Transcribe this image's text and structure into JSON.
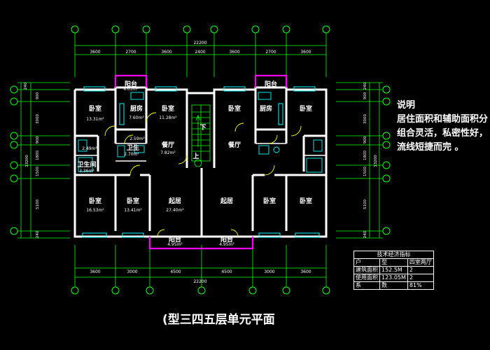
{
  "top_dims": {
    "total": "22200",
    "segments": [
      "3600",
      "2700",
      "3600",
      "2400",
      "3600",
      "2700",
      "3600"
    ]
  },
  "bottom_dims": {
    "total": "22200",
    "segments": [
      "3600",
      "3000",
      "4500",
      "4500",
      "3000",
      "3600"
    ]
  },
  "left_dims": {
    "total": "13200",
    "segments": [
      "240",
      "900",
      "3000",
      "900",
      "1800",
      "1500",
      "5100",
      "240"
    ]
  },
  "right_dims": {
    "total": "13200",
    "segments": [
      "240",
      "900",
      "3000",
      "900",
      "1800",
      "1500",
      "5100",
      "240"
    ]
  },
  "rooms": {
    "bedroom": "卧室",
    "kitchen": "厨房",
    "balcony": "阳台",
    "dining": "餐厅",
    "living": "起居",
    "bathroom": "卫生间",
    "wc": "卫生",
    "down": "下",
    "up": "上"
  },
  "areas": {
    "bed1": "13.31m²",
    "kitchen_l": "7.60m²",
    "bed2": "11.28m²",
    "balc_tl": "4.03m²",
    "wc_l": "2.59m²",
    "bath_l": "2.70m²",
    "dining_l": "7.82m²",
    "small_l": "2.49m²",
    "wc_small_l": "3.36m²",
    "bed3": "16.53m²",
    "bed4": "13.41m²",
    "living_l": "27.40m²",
    "balc_b": "4.95m²",
    "balc_b2": "4.95m²"
  },
  "notes": {
    "heading": "说明",
    "line1": "居住面积和辅助面积分",
    "line2": "组合灵活，私密性好，",
    "line3": "流线短捷而完    。"
  },
  "table": {
    "title": "技术经济指标",
    "rows": [
      [
        "户",
        "型",
        "四室两厅"
      ],
      [
        "建筑面积",
        "152.5M",
        "2"
      ],
      [
        "使用面积",
        "123.05M",
        "2"
      ],
      [
        "系",
        "数",
        "81%"
      ]
    ]
  },
  "drawing_title": "(型三四五层单元平面"
}
